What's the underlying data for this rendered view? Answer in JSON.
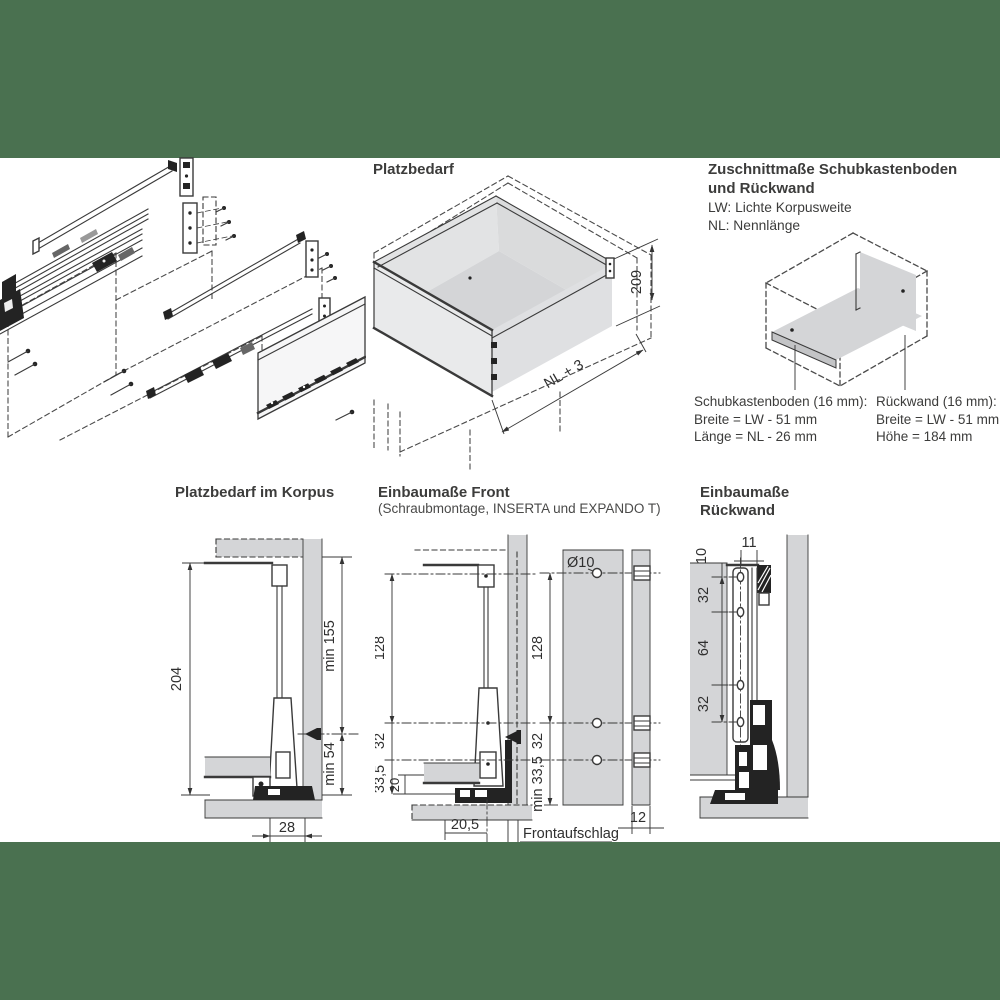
{
  "colors": {
    "band": "#4A7150",
    "panel": "#d4d5d7",
    "line": "#3a3a3a"
  },
  "sections": {
    "platzbedarf": {
      "title": "Platzbedarf",
      "dim_209": "209",
      "dim_nl": "NL + 3"
    },
    "zuschnitt": {
      "title1": "Zuschnittmaße Schubkastenboden",
      "title2": "und Rückwand",
      "lw": "LW: Lichte Korpusweite",
      "nl": "NL: Nennlänge",
      "boden_title": "Schubkastenboden (16 mm):",
      "boden_breite": "Breite = LW - 51 mm",
      "boden_laenge": "Länge = NL - 26 mm",
      "rueck_title": "Rückwand (16 mm):",
      "rueck_breite": "Breite = LW - 51 mm",
      "rueck_hoehe": "Höhe = 184 mm"
    },
    "korpus": {
      "title": "Platzbedarf im Korpus",
      "dim_204": "204",
      "dim_min155": "min 155",
      "dim_min54": "min 54",
      "dim_28": "28"
    },
    "front": {
      "title": "Einbaumaße Front",
      "subtitle": "(Schraubmontage, INSERTA und EXPANDO T)",
      "dim_128": "128",
      "dim_32": "32",
      "dim_335": "33,5",
      "dim_20": "20",
      "dim_hole": "Ø10",
      "dim_f128": "128",
      "dim_f32": "32",
      "dim_fmin": "min 33,5",
      "dim_205": "20,5",
      "frontaufschlag": "Frontaufschlag",
      "dim_12": "12"
    },
    "rueckwand": {
      "title1": "Einbaumaße",
      "title2": "Rückwand",
      "dim_10": "10",
      "dim_11": "11",
      "dim_32a": "32",
      "dim_64": "64",
      "dim_32b": "32"
    }
  }
}
